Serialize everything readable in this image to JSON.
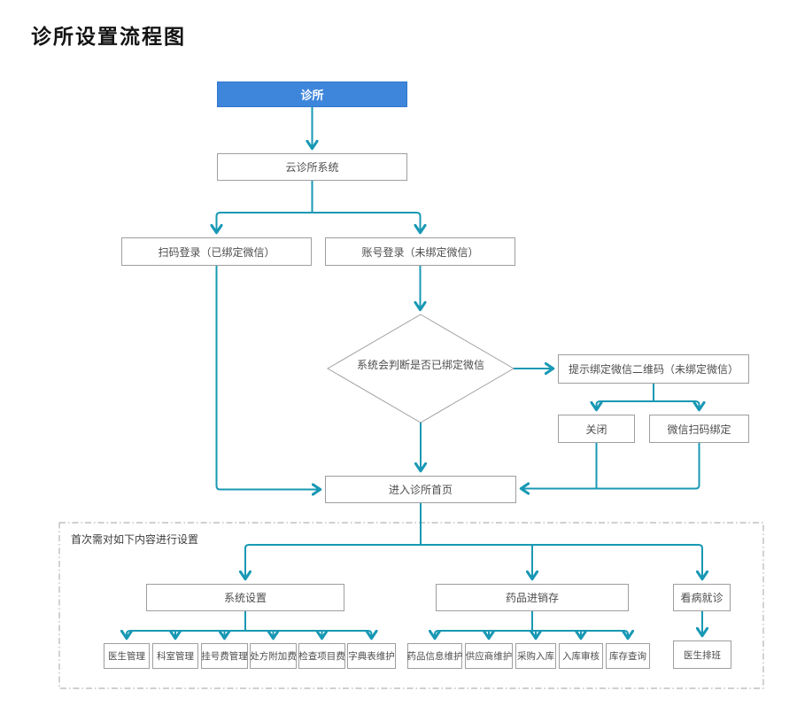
{
  "title": "诊所设置流程图",
  "colors": {
    "node_blue": "#3e86db",
    "connector_teal": "#1898b4",
    "box_border_gray": "#9e9e9e",
    "dashed_container_gray": "#b3b3b3"
  },
  "flow": {
    "clinic": "诊所",
    "cloud_system": "云诊所系统",
    "scan_login": "扫码登录（已绑定微信）",
    "account_login": "账号登录（未绑定微信）",
    "judge_wechat": "系统会判断是否已绑定微信",
    "prompt_qr": "提示绑定微信二维码（未绑定微信）",
    "close": "关闭",
    "wechat_scan_bind": "微信扫码绑定",
    "enter_home": "进入诊所首页",
    "first_setup_note": "首次需对如下内容进行设置",
    "system_settings": "系统设置",
    "drug_inventory": "药品进销存",
    "medical_visit": "看病就诊",
    "doctor_schedule": "医生排班",
    "system_settings_children": [
      "医生管理",
      "科室管理",
      "挂号费管理",
      "处方附加费",
      "检查项目费",
      "字典表维护"
    ],
    "drug_inventory_children": [
      "药品信息维护",
      "供应商维护",
      "采购入库",
      "入库审核",
      "库存查询"
    ]
  }
}
